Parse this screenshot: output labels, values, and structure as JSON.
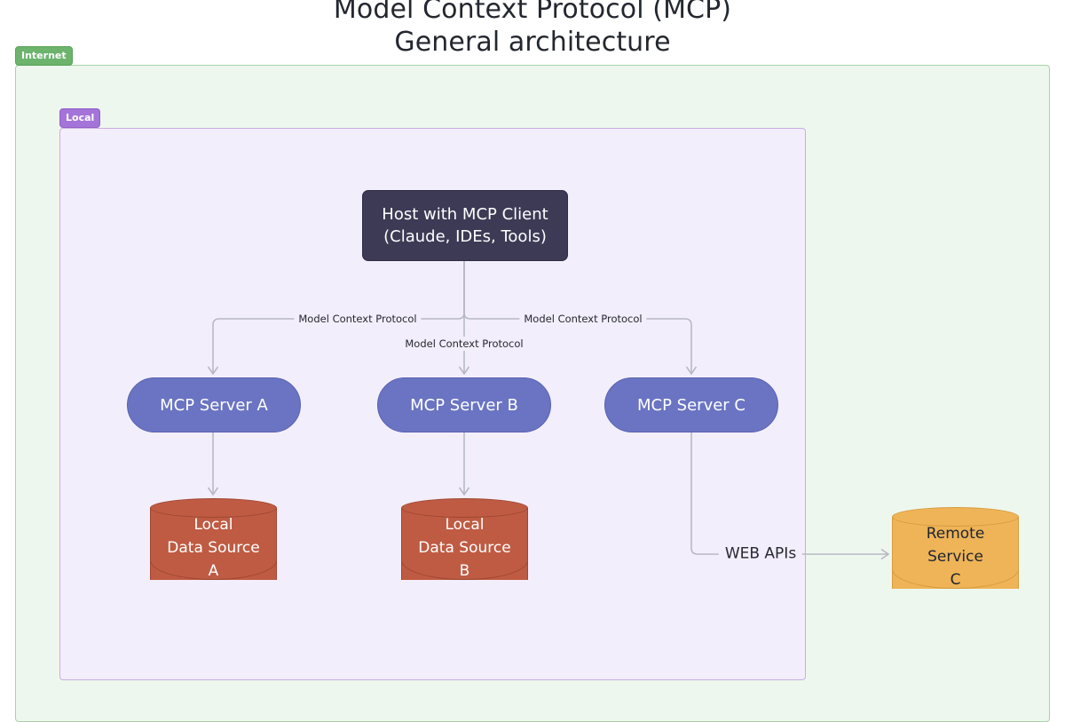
{
  "diagram": {
    "title_line1": "Model Context Protocol (MCP)",
    "title_line2": "General architecture",
    "type": "flowchart",
    "direction": "top-down"
  },
  "groups": [
    {
      "id": "internet",
      "label": "Internet",
      "badge_color": "#6cb36c",
      "fill": "#eef7ee",
      "border": "#a9d2a9"
    },
    {
      "id": "local",
      "label": "Local",
      "badge_color": "#a474d8",
      "fill": "#f3eefb",
      "border": "#c8aee6"
    }
  ],
  "nodes": {
    "host": {
      "line1": "Host with MCP Client",
      "line2": "(Claude, IDEs, Tools)",
      "shape": "rounded-rect",
      "fill": "#3c3a55",
      "text_color": "#ffffff",
      "group": "local"
    },
    "server_a": {
      "label": "MCP Server A",
      "shape": "stadium",
      "fill": "#6a74c3",
      "text_color": "#ffffff",
      "group": "local"
    },
    "server_b": {
      "label": "MCP Server B",
      "shape": "stadium",
      "fill": "#6a74c3",
      "text_color": "#ffffff",
      "group": "local"
    },
    "server_c": {
      "label": "MCP Server C",
      "shape": "stadium",
      "fill": "#6a74c3",
      "text_color": "#ffffff",
      "group": "local"
    },
    "data_source_a": {
      "line1": "Local",
      "line2": "Data Source",
      "line3": "A",
      "shape": "cylinder",
      "fill": "#bf5b43",
      "text_color": "#ffffff",
      "group": "local"
    },
    "data_source_b": {
      "line1": "Local",
      "line2": "Data Source",
      "line3": "B",
      "shape": "cylinder",
      "fill": "#bf5b43",
      "text_color": "#ffffff",
      "group": "local"
    },
    "remote_service_c": {
      "line1": "Remote",
      "line2": "Service",
      "line3": "C",
      "shape": "cylinder",
      "fill": "#eeb457",
      "text_color": "#1f2430",
      "group": "internet"
    }
  },
  "edges": [
    {
      "id": "host-to-server-a",
      "from": "host",
      "to": "server_a",
      "label": "Model Context Protocol"
    },
    {
      "id": "host-to-server-b",
      "from": "host",
      "to": "server_b",
      "label": "Model Context Protocol"
    },
    {
      "id": "host-to-server-c",
      "from": "host",
      "to": "server_c",
      "label": "Model Context Protocol"
    },
    {
      "id": "server-a-to-data-source-a",
      "from": "server_a",
      "to": "data_source_a",
      "label": ""
    },
    {
      "id": "server-b-to-data-source-b",
      "from": "server_b",
      "to": "data_source_b",
      "label": ""
    },
    {
      "id": "server-c-to-remote-service-c",
      "from": "server_c",
      "to": "remote_service_c",
      "label": "WEB APIs"
    }
  ],
  "edge_labels": {
    "mcp_left": "Model Context Protocol",
    "mcp_center": "Model Context Protocol",
    "mcp_right": "Model Context Protocol",
    "web_apis": "WEB APIs"
  },
  "colors": {
    "edge_stroke": "#b7b9c4",
    "title_text": "#23272f",
    "canvas": "#ffffff"
  }
}
